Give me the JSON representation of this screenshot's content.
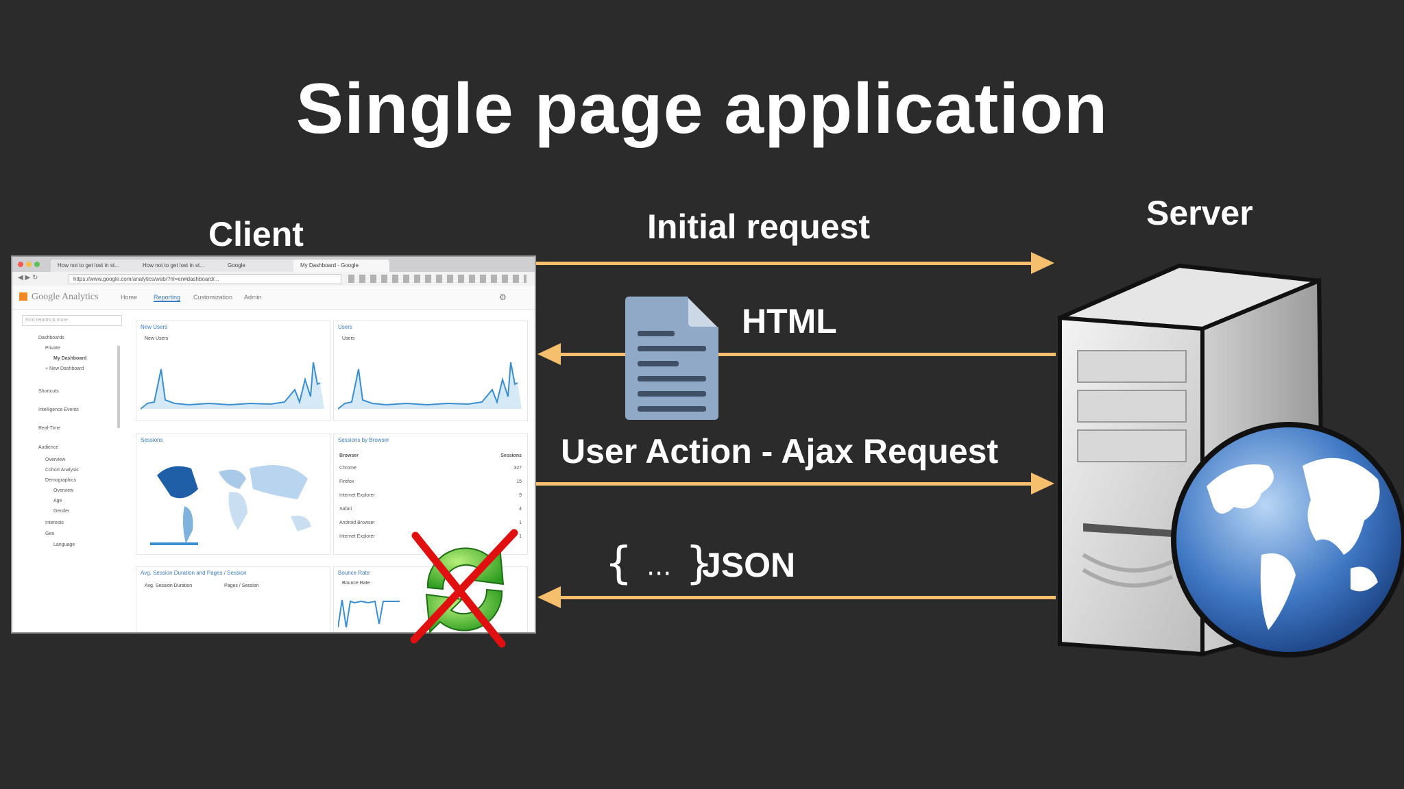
{
  "title": "Single page application",
  "labels": {
    "client": "Client",
    "server": "Server",
    "initial_request": "Initial request",
    "html": "HTML",
    "ajax": "User Action - Ajax Request",
    "json": "JSON",
    "json_braces_open": "{",
    "json_braces_dots": "...",
    "json_braces_close": "}"
  },
  "colors": {
    "background": "#2b2b2b",
    "arrow": "#f6bf6e",
    "text": "#ffffff",
    "document": "#8fa9c7",
    "reload_green": "#3daa2a",
    "cross_red": "#e01010"
  },
  "browser": {
    "tabs": [
      "How not to get lost in st...",
      "How not to get lost in st...",
      "Google",
      "My Dashboard - Google"
    ],
    "url": "https://www.google.com/analytics/web/?hl=en#dashboard/...",
    "logo": "Google Analytics",
    "nav": [
      "Home",
      "Reporting",
      "Customization",
      "Admin"
    ],
    "sidebar_search": "Find reports & more",
    "sidebar": [
      "Dashboards",
      "Private",
      "My Dashboard",
      "+ New Dashboard",
      "Shortcuts",
      "Intelligence Events",
      "Real-Time",
      "Audience",
      "Overview",
      "Cohort Analysis",
      "Demographics",
      "Overview",
      "Age",
      "Gender",
      "Interests",
      "Geo",
      "Language"
    ],
    "panels": {
      "new_users": "New Users",
      "new_users_series": "New Users",
      "users": "Users",
      "users_series": "Users",
      "sessions": "Sessions",
      "sessions_by_browser": "Sessions by Browser",
      "avg_session": "Avg. Session Duration and Pages / Session",
      "avg_series": [
        "Avg. Session Duration",
        "Pages / Session"
      ],
      "bounce_rate": "Bounce Rate",
      "bounce_series": "Bounce Rate"
    },
    "browser_table": {
      "headers": [
        "Browser",
        "Sessions"
      ],
      "rows": [
        [
          "Chrome",
          "327"
        ],
        [
          "Firefox",
          "15"
        ],
        [
          "Internet Explorer",
          "9"
        ],
        [
          "Safari",
          "4"
        ],
        [
          "Android Browser",
          "1"
        ],
        [
          "Internet Explorer",
          "1"
        ]
      ]
    }
  }
}
